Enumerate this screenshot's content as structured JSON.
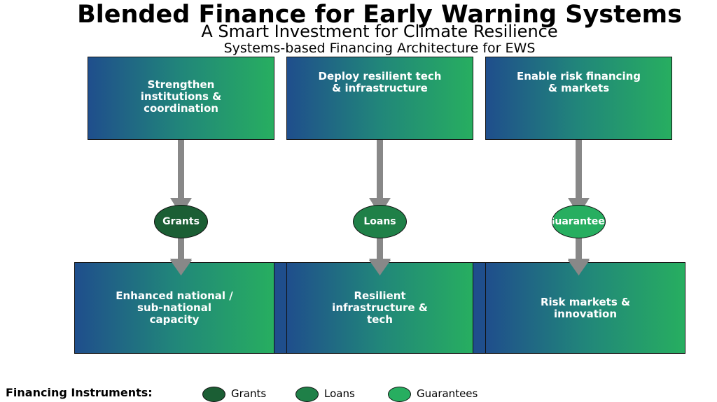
{
  "title": "Blended Finance for Early Warning Systems",
  "subtitle": "A Smart Investment for Climate Resilience",
  "subtitle2": "Systems-based Financing Architecture for EWS",
  "pillars": [
    {
      "label": "Strengthen\ninstitutions &\ncoordination"
    },
    {
      "label": "Deploy resilient tech\n& infrastructure"
    },
    {
      "label": "Enable risk financing\n& markets"
    }
  ],
  "instruments": [
    {
      "label": "Grants",
      "color": "#1b5e34"
    },
    {
      "label": "Loans",
      "color": "#1f8048"
    },
    {
      "label": "Guarantees",
      "color": "#27ae60"
    }
  ],
  "outcomes": [
    {
      "label": "Enhanced national /\nsub-national\ncapacity"
    },
    {
      "label": "Resilient\ninfrastructure &\ntech"
    },
    {
      "label": "Risk markets &\ninnovation"
    }
  ],
  "legend": {
    "title": "Financing Instruments:",
    "items": [
      {
        "label": "Grants",
        "color": "#1b5e34"
      },
      {
        "label": "Loans",
        "color": "#1f8048"
      },
      {
        "label": "Guarantees",
        "color": "#27ae60"
      }
    ]
  },
  "colors": {
    "arrow": "#888888",
    "gradient_start": "#1f4e8c",
    "gradient_end": "#27ae60"
  }
}
